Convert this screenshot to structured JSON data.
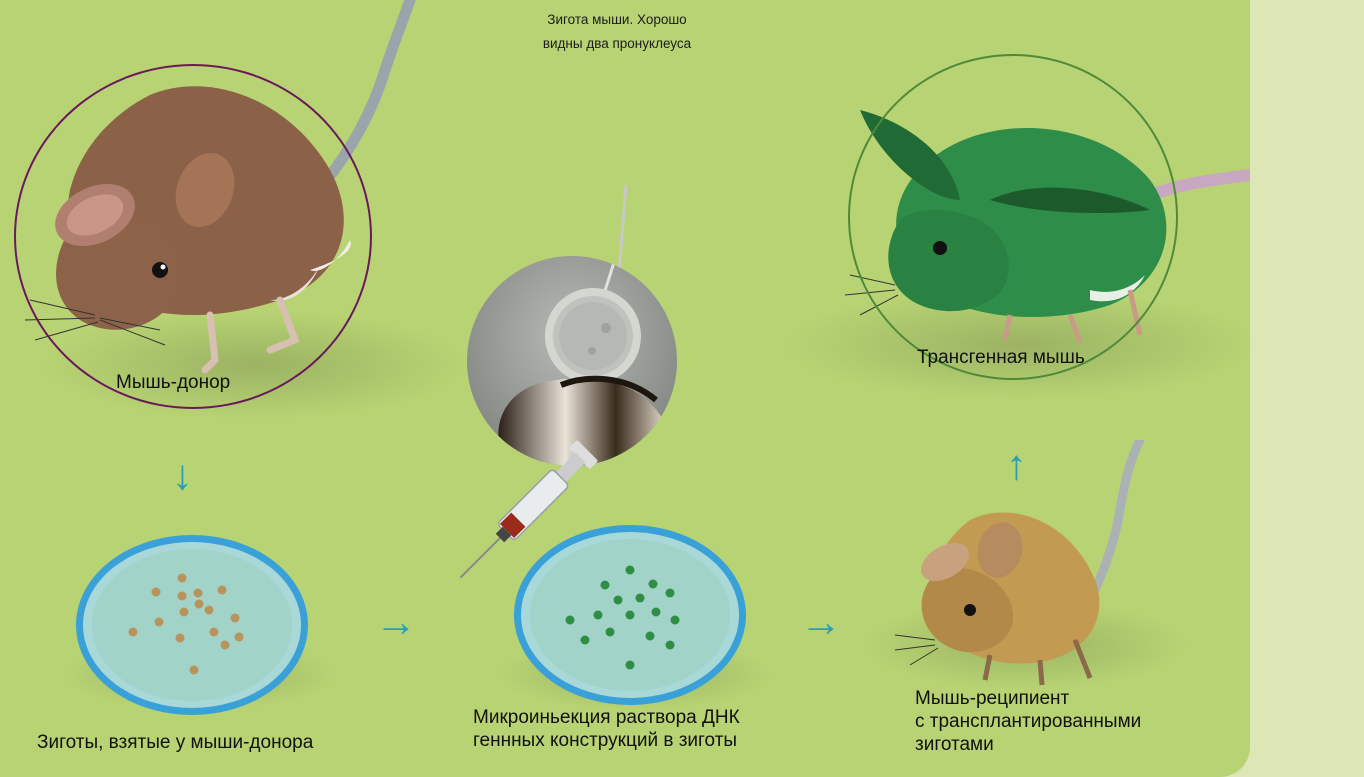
{
  "labels": {
    "donor_mouse": "Мышь-донор",
    "zygotes_from_donor": "Зиготы, взятые у мыши-донора",
    "microscope_caption_line1": "Зигота мыши. Хорошо",
    "microscope_caption_line2": "видны два пронуклеуса",
    "microinjection_line1": "Микроиньекция раствора ДНК",
    "microinjection_line2": "геннных конструкций в зиготы",
    "recipient_line1": "Мышь-реципиент",
    "recipient_line2": "с трансплантированными",
    "recipient_line3": "зиготами",
    "transgenic_mouse": "Трансгенная мышь"
  },
  "arrows": {
    "down": "↓",
    "right_1": "→",
    "right_2": "→",
    "up": "↑"
  },
  "colors": {
    "background_panel": "#b8d373",
    "sidebar": "#dde7b6",
    "arrow": "#2a9fb4",
    "donor_circle": "#6a1a5a",
    "transgenic_circle": "#4f8a3a",
    "donor_mouse": "#8b6147",
    "transgenic_mouse": "#2e8d48",
    "recipient_mouse": "#c29a52",
    "zygote_brown": "#b8935a",
    "zygote_green": "#2f8e46",
    "dish": "#a8d8d8",
    "dish_rim": "#3aa0d8"
  }
}
